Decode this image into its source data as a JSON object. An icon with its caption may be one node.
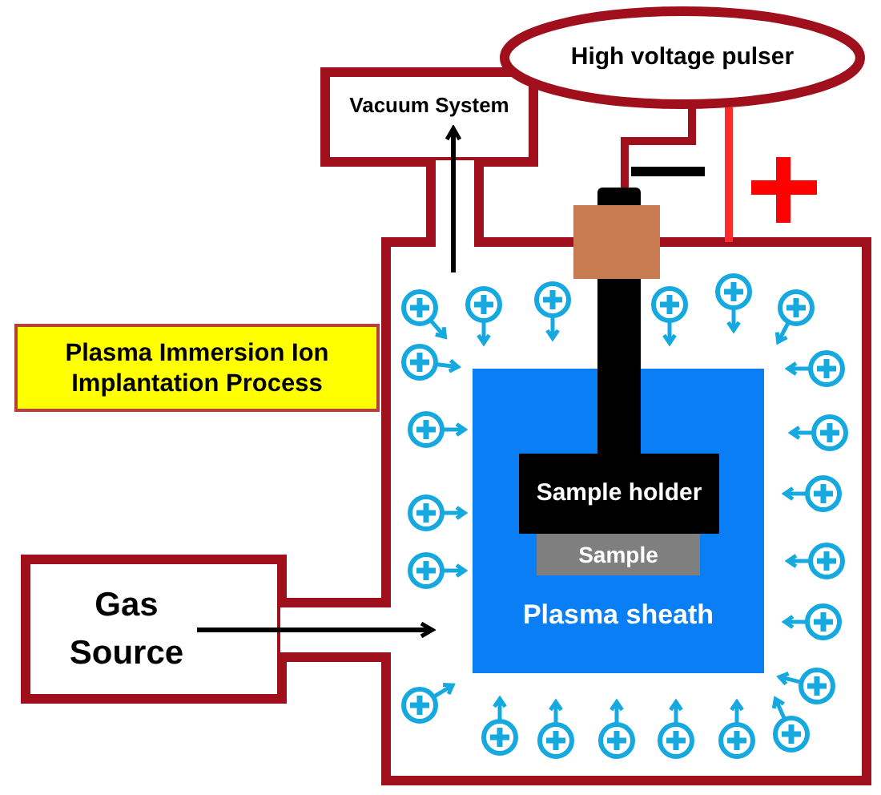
{
  "diagram": {
    "nodes": [
      {
        "text": [
          "Vacuum System"
        ]
      },
      {
        "text": [
          "High voltage pulser"
        ]
      },
      {
        "text": [
          "Plasma Immersion Ion Implantation Process"
        ]
      },
      {
        "text": [
          "Gas Source"
        ]
      },
      {
        "text": [],
        "shape": "box"
      },
      {
        "text": [
          "Plasma sheath"
        ],
        "in": 4
      },
      {
        "text": [
          "Sample holder"
        ],
        "in": 5
      },
      {
        "text": [
          "Sample"
        ],
        "in": 5
      },
      {
        "text": [],
        "shape": "box"
      },
      {
        "text": [],
        "shape": "bar"
      }
    ],
    "edges": [
      {
        "from": 4,
        "to": 0,
        "arrow": "to"
      },
      {
        "from": 3,
        "to": 5,
        "arrow": "to"
      },
      {
        "from": 1,
        "to": 9,
        "arrow": "none",
        "color": "#a0101c"
      },
      {
        "from": 1,
        "to": 4,
        "arrow": "none",
        "color": "#ff2a2a"
      }
    ]
  }
}
